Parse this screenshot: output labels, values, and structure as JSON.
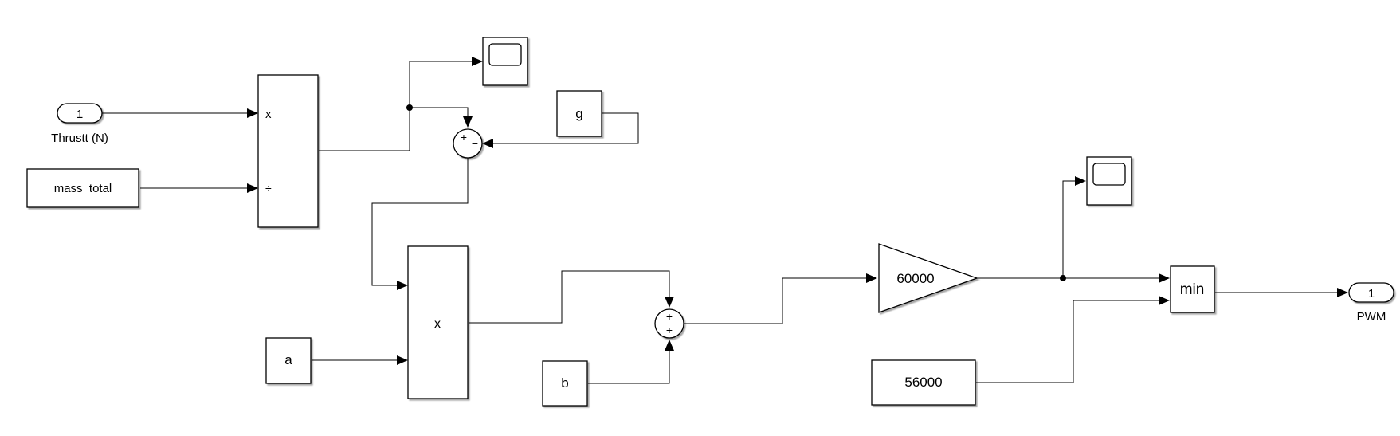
{
  "diagram": {
    "inport": {
      "number": "1",
      "name": "Thrustt (N)"
    },
    "outport": {
      "number": "1",
      "name": "PWM"
    },
    "constants": {
      "mass": "mass_total",
      "g": "g",
      "a": "a",
      "b": "b",
      "limit": "56000"
    },
    "divide_block": {
      "multiply_port": "x",
      "divide_port": "÷"
    },
    "product_block": {
      "label": "x"
    },
    "sum_sub": {
      "plus": "+",
      "minus": "−"
    },
    "sum_add": {
      "plus1": "+",
      "plus2": "+"
    },
    "gain": {
      "value": "60000"
    },
    "minmax": {
      "label": "min"
    },
    "scopes": [
      "scope",
      "scope"
    ]
  }
}
